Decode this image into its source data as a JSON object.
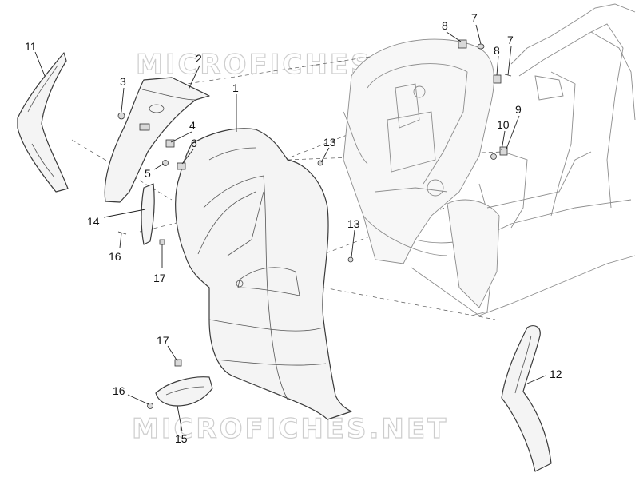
{
  "watermark": {
    "text_top": "MICROFICHES.NET",
    "text_bottom": "MICROFICHES.NET"
  },
  "callouts": {
    "c1": "1",
    "c2": "2",
    "c3": "3",
    "c4": "4",
    "c5": "5",
    "c6": "6",
    "c7a": "7",
    "c7b": "7",
    "c8a": "8",
    "c8b": "8",
    "c9": "9",
    "c10": "10",
    "c11": "11",
    "c12": "12",
    "c13a": "13",
    "c13b": "13",
    "c14": "14",
    "c15": "15",
    "c16a": "16",
    "c16b": "16",
    "c17a": "17",
    "c17b": "17"
  }
}
